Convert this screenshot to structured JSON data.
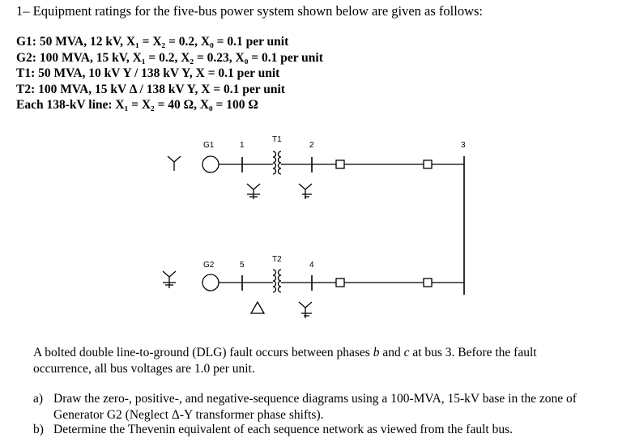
{
  "problem": {
    "title": "1– Equipment ratings for the five-bus power system shown below are given as follows:",
    "ratings": [
      "G1: 50 MVA,   12 kV, X₁ = X₂ = 0.2, X₀ = 0.1 per unit",
      "G2: 100 MVA, 15 kV, X₁ = 0.2, X₂ = 0.23, X₀ = 0.1 per unit",
      "T1: 50 MVA, 10 kV Y / 138 kV Y,   X = 0.1 per unit",
      "T2: 100 MVA, 15 kV Δ / 138 kV Y,  X = 0.1 per unit",
      "Each 138-kV line: X₁ = X₂ = 40 Ω, X₀ = 100 Ω"
    ]
  },
  "diagram": {
    "labels": {
      "g1": "G1",
      "bus1": "1",
      "t1": "T1",
      "bus2": "2",
      "bus3": "3",
      "g2": "G2",
      "bus5": "5",
      "t2": "T2",
      "bus4": "4"
    }
  },
  "fault_text": {
    "line1_a": "A bolted double line-to-ground (DLG) fault occurs between phases ",
    "phase_b": "b",
    "line1_b": " and ",
    "phase_c": "c",
    "line1_c": " at bus 3. Before the fault",
    "line2": "occurrence, all bus voltages are 1.0 per unit."
  },
  "questions": [
    {
      "label": "a)",
      "text": "Draw the zero-, positive-, and negative-sequence diagrams using a 100-MVA, 15-kV base in the zone of Generator G2 (Neglect Δ-Y transformer phase shifts)."
    },
    {
      "label": "b)",
      "text": "Determine the Thevenin equivalent of each sequence network as viewed from the fault bus."
    }
  ]
}
